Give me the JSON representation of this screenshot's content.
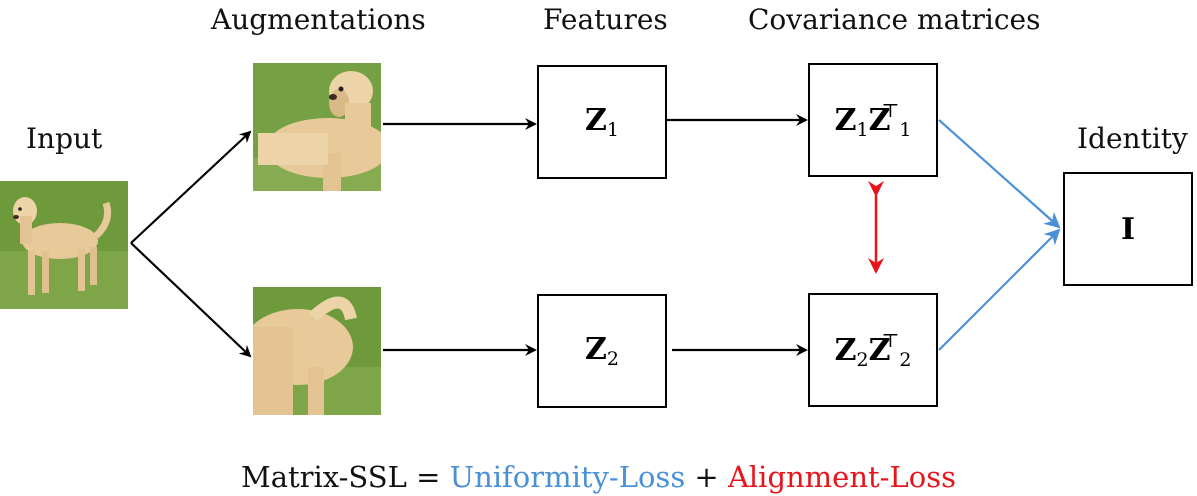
{
  "headers": {
    "augmentations": "Augmentations",
    "features": "Features",
    "covariance": "Covariance matrices",
    "input": "Input",
    "identity": "Identity"
  },
  "boxes": {
    "z1": {
      "symbol": "Z",
      "subscript": "1"
    },
    "z2": {
      "symbol": "Z",
      "subscript": "2"
    },
    "cov1": {
      "symbol": "Z",
      "subscript": "1",
      "transpose": "⊤"
    },
    "cov2": {
      "symbol": "Z",
      "subscript": "2",
      "transpose": "⊤"
    },
    "identity": {
      "symbol": "I"
    }
  },
  "formula": {
    "lhs": "Matrix-SSL = ",
    "uniformity": "Uniformity-Loss",
    "plus": " + ",
    "alignment": "Alignment-Loss"
  },
  "colors": {
    "uniformity": "#4a90d9",
    "alignment": "#e8141b",
    "arrow": "#000000",
    "grass": "#6f9a3c",
    "dog": "#e7c99a"
  },
  "images": {
    "input": "dog-photo",
    "aug_top": "dog-head-crop",
    "aug_bottom": "dog-rear-crop"
  }
}
